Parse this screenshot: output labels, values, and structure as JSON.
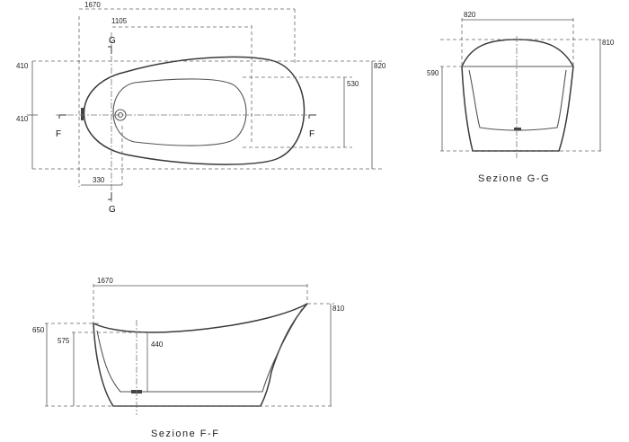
{
  "plan_view": {
    "dim_length": "1670",
    "dim_to_section": "1105",
    "dim_half_top": "410",
    "dim_half_bottom": "410",
    "dim_width": "820",
    "dim_inner_width": "530",
    "dim_drain_offset": "330",
    "section_ff_left": "F",
    "section_ff_right": "F",
    "section_gg_top": "G",
    "section_gg_bottom": "G"
  },
  "section_gg": {
    "title": "Sezione G-G",
    "dim_width": "820",
    "dim_height": "810",
    "dim_rim_height": "590"
  },
  "section_ff": {
    "title": "Sezione F-F",
    "dim_length": "1670",
    "dim_height": "810",
    "dim_rim_height": "650",
    "dim_inner_rim": "575",
    "dim_inner_depth": "440"
  }
}
